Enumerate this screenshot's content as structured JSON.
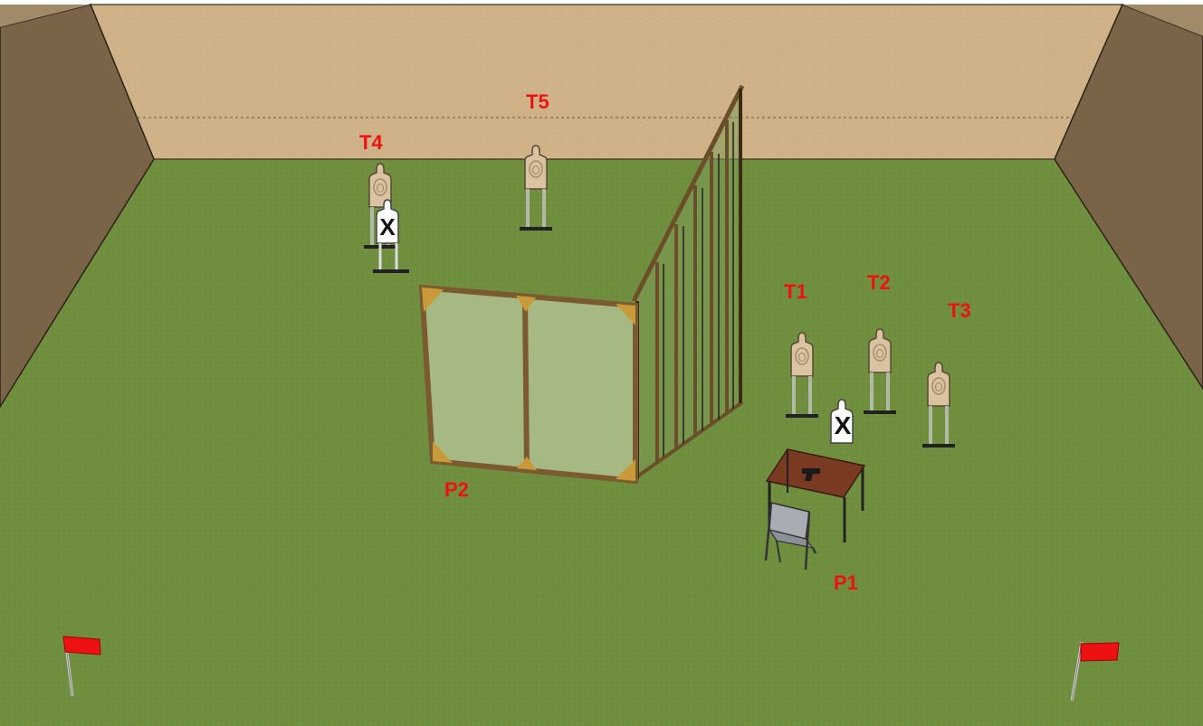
{
  "labels": {
    "t1": "T1",
    "t2": "T2",
    "t3": "T3",
    "t4": "T4",
    "t5": "T5",
    "p1": "P1",
    "p2": "P2"
  },
  "no_shoot_mark": "X",
  "colors": {
    "label": "#ee1111",
    "grass": "#6f8f3e",
    "back_wall": "#cfb287",
    "side_wall": "#7a6447",
    "target": "#d9c3a0",
    "no_shoot": "#ffffff",
    "wall_frame": "#8a6a3a",
    "table": "#7a3a22",
    "flag": "#ee1111"
  },
  "icons": [
    "target-stand-icon",
    "no-shoot-target-icon",
    "table-icon",
    "chair-icon",
    "pistol-icon",
    "flag-icon"
  ]
}
